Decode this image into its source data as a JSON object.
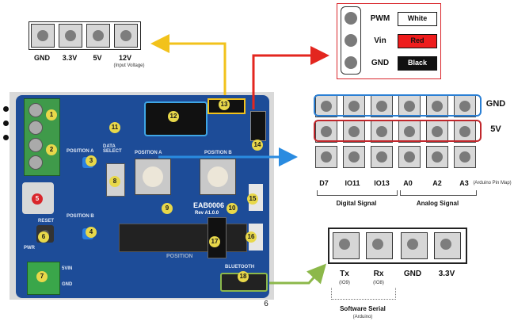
{
  "power_header": {
    "labels": [
      "GND",
      "3.3V",
      "5V",
      "12V"
    ],
    "note": "(Input Voltage)"
  },
  "pwm_connector": {
    "rows": [
      {
        "label": "PWM",
        "wire": "White",
        "color": "#ffffff",
        "text_color": "#111111"
      },
      {
        "label": "Vin",
        "wire": "Red",
        "color": "#ee1c1c",
        "text_color": "#111111"
      },
      {
        "label": "GND",
        "wire": "Black",
        "color": "#111111",
        "text_color": "#ffffff"
      }
    ]
  },
  "pin_map": {
    "row_labels": [
      "GND",
      "5V"
    ],
    "column_labels": [
      "D7",
      "IO11",
      "IO13",
      "A0",
      "A2",
      "A3"
    ],
    "note": "(Arduino Pin Map)",
    "groups": [
      "Digital Signal",
      "Analog Signal"
    ]
  },
  "serial_header": {
    "labels": [
      "Tx",
      "Rx",
      "GND",
      "3.3V"
    ],
    "sub_labels": [
      "(IO9)",
      "(IO8)",
      "",
      ""
    ],
    "title": "Software Serial",
    "subtitle": "(Arduino)"
  },
  "board": {
    "model": "EAB0006",
    "revision": "Rev A1.0.0",
    "silk": {
      "position_a": "POSITION A",
      "position_b": "POSITION B",
      "position_a2": "POSITION A",
      "position_b2": "POSITION B",
      "data_select": "DATA SELECT",
      "reset": "RESET",
      "power_in": "5VIN",
      "gnd": "GND",
      "position_slider": "POSITION",
      "bluetooth": "BLUETOOTH",
      "pwr": "PWR"
    },
    "callouts": [
      "1",
      "2",
      "3",
      "4",
      "5",
      "6",
      "7",
      "8",
      "9",
      "10",
      "11",
      "12",
      "13",
      "14",
      "15",
      "16",
      "17",
      "18"
    ],
    "footer_digit": "6"
  },
  "colors": {
    "pcb_blue": "#1d4c98",
    "gnd_row": "#2a7fd4",
    "v5_row": "#c0262b",
    "arrow_yellow": "#f2c21b",
    "arrow_red": "#e3261f",
    "arrow_blue": "#2a8be0",
    "arrow_green": "#8cb84a"
  }
}
